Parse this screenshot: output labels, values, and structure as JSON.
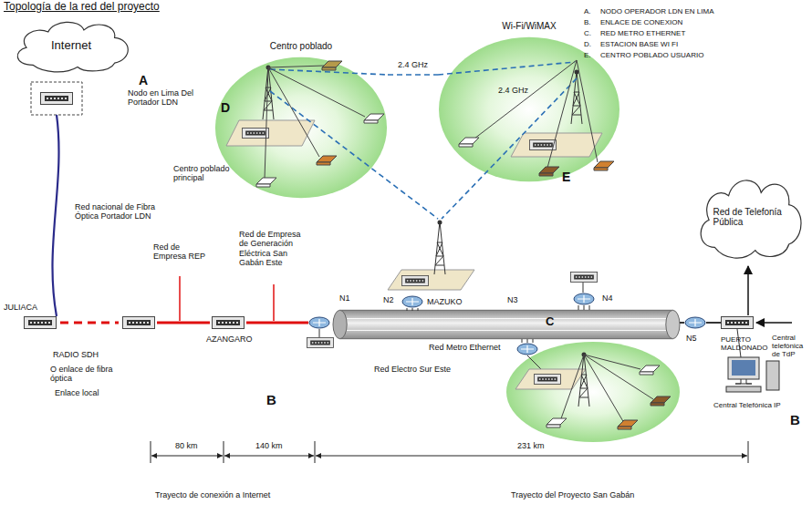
{
  "diagram": {
    "title": "Topología de la red del proyecto",
    "nodes": [
      {
        "text": [
          "Internet"
        ]
      },
      {
        "text": [
          "Centro poblado",
          "Centro poblado principal"
        ]
      },
      {
        "text": [
          "Wi-Fi/WiMAX"
        ]
      },
      {
        "text": [
          "Red de Telefonía Pública"
        ]
      },
      {
        "text": [
          "Red Metro Ethernet"
        ]
      }
    ],
    "edges": [
      {
        "from": 1,
        "to": 2,
        "arrow": "none",
        "label": "2.4 GHz"
      }
    ],
    "labels": [
      "A.",
      "B.",
      "C.",
      "D.",
      "E.",
      "A",
      "Nodo en Lima Del Portador LDN",
      "Red nacional de Fibra Óptica Portador LDN",
      "JULIACA",
      "RADIO SDH",
      "O enlace de fibra óptica",
      "Enlace local",
      "Red de Empresa REP",
      "AZANGARO",
      "Red de Empresa de Generación Eléctrica San Gabán Este",
      "N1",
      "N2",
      "MAZUKO",
      "N3",
      "N4",
      "N5",
      "C",
      "Red Electro Sur Este",
      "B",
      "PUERTO MALDONADO",
      "Central telefónica de TdP",
      "Central Telefónica IP",
      "B",
      "D",
      "E",
      "2.4 GHz",
      "80 km",
      "140 km",
      "231 km",
      "Trayecto de conexión a Internet",
      "Trayecto del Proyecto San Gabán"
    ],
    "legend": [
      {
        "text": "NODO OPERADOR LDN EN LIMA"
      },
      {
        "text": "ENLACE DE CONEXION"
      },
      {
        "text": "RED METRO ETHERNET"
      },
      {
        "text": "ESTACION BASE WI FI"
      },
      {
        "text": "CENTRO POBLADO USUARIO"
      }
    ]
  }
}
